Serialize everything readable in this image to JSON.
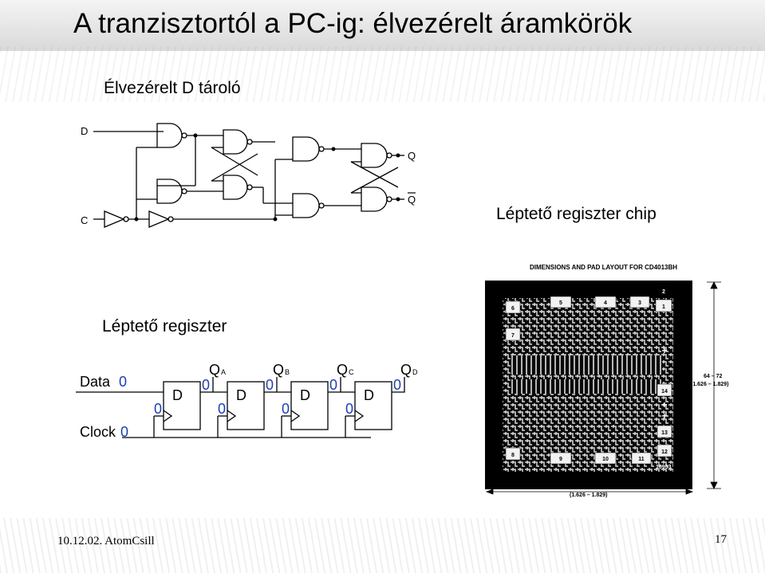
{
  "title": "A tranzisztortól a PC-ig: élvezérelt áramkörök",
  "section_dlatch": "Élvezérelt D tároló",
  "section_chip": "Léptető regiszter chip",
  "section_register": "Léptető regiszter",
  "footer": {
    "date": "10.12.02. AtomCsill",
    "page": "17"
  },
  "latch": {
    "input_d": "D",
    "input_c": "C",
    "output_q": "Q",
    "output_qbar": "Q"
  },
  "chip": {
    "heading": "DIMENSIONS AND PAD LAYOUT FOR CD4013BH",
    "dim_label": "64 – 72",
    "dim_sub": "(1.626 – 1.829)",
    "part_code": "10953",
    "pads": [
      "1",
      "2",
      "3",
      "4",
      "5",
      "6",
      "7",
      "8",
      "9",
      "10",
      "11",
      "12",
      "13",
      "14"
    ],
    "plus": "+"
  },
  "register": {
    "data_label": "Data",
    "clock_label": "Clock",
    "data_value": "0",
    "clock_value": "0",
    "ff_label": "D",
    "outputs": [
      "Q",
      "Q",
      "Q",
      "Q"
    ],
    "output_subs": [
      "A",
      "B",
      "C",
      "D"
    ],
    "q_values": [
      "0",
      "0",
      "0",
      "0"
    ],
    "d_values": [
      "0",
      "0",
      "0",
      "0"
    ],
    "colors": {
      "value": "#1a3fb5"
    }
  }
}
